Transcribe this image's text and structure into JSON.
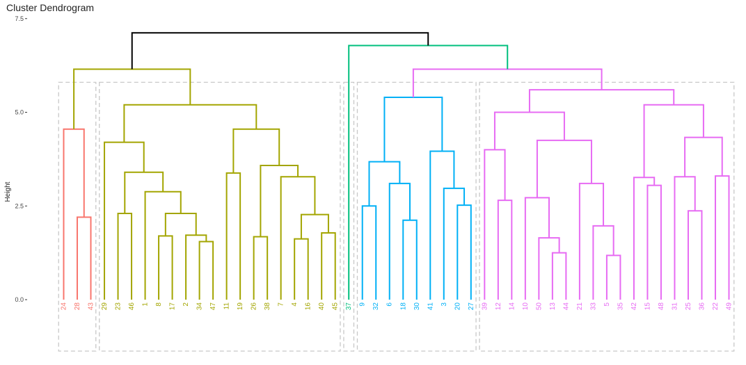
{
  "chart_data": {
    "type": "dendrogram",
    "title": "Cluster Dendrogram",
    "ylabel": "Height",
    "xlabel": "",
    "ylim": [
      0,
      7.5
    ],
    "yticks": [
      0.0,
      2.5,
      5.0,
      7.5
    ],
    "ytick_labels": [
      "0.0",
      "2.5",
      "5.0",
      "7.5"
    ],
    "grid": false,
    "leaf_order": [
      "24",
      "28",
      "43",
      "29",
      "23",
      "46",
      "1",
      "8",
      "17",
      "2",
      "34",
      "47",
      "11",
      "19",
      "26",
      "38",
      "7",
      "4",
      "16",
      "40",
      "45",
      "37",
      "9",
      "32",
      "6",
      "18",
      "30",
      "41",
      "3",
      "20",
      "27",
      "39",
      "12",
      "14",
      "10",
      "50",
      "13",
      "44",
      "21",
      "33",
      "5",
      "35",
      "42",
      "15",
      "48",
      "31",
      "25",
      "36",
      "22",
      "49"
    ],
    "clusters": [
      {
        "id": 1,
        "color": "#F8766D",
        "first_leaf": 0,
        "last_leaf": 2
      },
      {
        "id": 2,
        "color": "#A3A500",
        "first_leaf": 3,
        "last_leaf": 20
      },
      {
        "id": 3,
        "color": "#00BF7D",
        "first_leaf": 21,
        "last_leaf": 21
      },
      {
        "id": 4,
        "color": "#00B0F6",
        "first_leaf": 22,
        "last_leaf": 30
      },
      {
        "id": 5,
        "color": "#E76BF3",
        "first_leaf": 31,
        "last_leaf": 49
      }
    ],
    "merges": [
      {
        "id": "m1",
        "left": "L1",
        "right": "L2",
        "height": 2.2,
        "color": "#F8766D"
      },
      {
        "id": "m2",
        "left": "L0",
        "right": "m1",
        "height": 4.55,
        "color": "#F8766D"
      },
      {
        "id": "m3",
        "left": "L7",
        "right": "L8",
        "height": 1.7,
        "color": "#A3A500"
      },
      {
        "id": "m4",
        "left": "L10",
        "right": "L11",
        "height": 1.55,
        "color": "#A3A500"
      },
      {
        "id": "m5",
        "left": "L9",
        "right": "m4",
        "height": 1.72,
        "color": "#A3A500"
      },
      {
        "id": "m6",
        "left": "m3",
        "right": "m5",
        "height": 2.3,
        "color": "#A3A500"
      },
      {
        "id": "m7",
        "left": "L6",
        "right": "m6",
        "height": 2.88,
        "color": "#A3A500"
      },
      {
        "id": "m8",
        "left": "L4",
        "right": "L5",
        "height": 2.3,
        "color": "#A3A500"
      },
      {
        "id": "m9",
        "left": "m8",
        "right": "m7",
        "height": 3.4,
        "color": "#A3A500"
      },
      {
        "id": "m10",
        "left": "L3",
        "right": "m9",
        "height": 4.2,
        "color": "#A3A500"
      },
      {
        "id": "m11",
        "left": "L12",
        "right": "L13",
        "height": 3.38,
        "color": "#A3A500"
      },
      {
        "id": "m12",
        "left": "L14",
        "right": "L15",
        "height": 1.68,
        "color": "#A3A500"
      },
      {
        "id": "m13",
        "left": "L17",
        "right": "L18",
        "height": 1.62,
        "color": "#A3A500"
      },
      {
        "id": "m14",
        "left": "L19",
        "right": "L20",
        "height": 1.78,
        "color": "#A3A500"
      },
      {
        "id": "m15",
        "left": "m13",
        "right": "m14",
        "height": 2.27,
        "color": "#A3A500"
      },
      {
        "id": "m16",
        "left": "L16",
        "right": "m15",
        "height": 3.28,
        "color": "#A3A500"
      },
      {
        "id": "m17",
        "left": "m12",
        "right": "m16",
        "height": 3.58,
        "color": "#A3A500"
      },
      {
        "id": "m18",
        "left": "m11",
        "right": "m17",
        "height": 4.55,
        "color": "#A3A500"
      },
      {
        "id": "m19",
        "left": "m10",
        "right": "m18",
        "height": 5.2,
        "color": "#A3A500"
      },
      {
        "id": "m20",
        "left": "m2",
        "right": "m19",
        "height": 6.15,
        "color": "#A3A500"
      },
      {
        "id": "m21",
        "left": "L22",
        "right": "L23",
        "height": 2.5,
        "color": "#00B0F6"
      },
      {
        "id": "m22",
        "left": "L25",
        "right": "L26",
        "height": 2.12,
        "color": "#00B0F6"
      },
      {
        "id": "m23",
        "left": "L24",
        "right": "m22",
        "height": 3.1,
        "color": "#00B0F6"
      },
      {
        "id": "m24",
        "left": "m21",
        "right": "m23",
        "height": 3.68,
        "color": "#00B0F6"
      },
      {
        "id": "m25",
        "left": "L29",
        "right": "L30",
        "height": 2.52,
        "color": "#00B0F6"
      },
      {
        "id": "m26",
        "left": "L28",
        "right": "m25",
        "height": 2.97,
        "color": "#00B0F6"
      },
      {
        "id": "m27",
        "left": "L27",
        "right": "m26",
        "height": 3.96,
        "color": "#00B0F6"
      },
      {
        "id": "m28",
        "left": "m24",
        "right": "m27",
        "height": 5.4,
        "color": "#00B0F6"
      },
      {
        "id": "m29",
        "left": "L32",
        "right": "L33",
        "height": 2.65,
        "color": "#E76BF3"
      },
      {
        "id": "m30",
        "left": "L31",
        "right": "m29",
        "height": 4.0,
        "color": "#E76BF3"
      },
      {
        "id": "m31",
        "left": "L36",
        "right": "L37",
        "height": 1.25,
        "color": "#E76BF3"
      },
      {
        "id": "m32",
        "left": "L35",
        "right": "m31",
        "height": 1.65,
        "color": "#E76BF3"
      },
      {
        "id": "m33",
        "left": "L34",
        "right": "m32",
        "height": 2.72,
        "color": "#E76BF3"
      },
      {
        "id": "m34",
        "left": "L40",
        "right": "L41",
        "height": 1.18,
        "color": "#E76BF3"
      },
      {
        "id": "m35",
        "left": "L39",
        "right": "m34",
        "height": 1.97,
        "color": "#E76BF3"
      },
      {
        "id": "m36",
        "left": "L38",
        "right": "m35",
        "height": 3.1,
        "color": "#E76BF3"
      },
      {
        "id": "m37",
        "left": "m33",
        "right": "m36",
        "height": 4.25,
        "color": "#E76BF3"
      },
      {
        "id": "m38",
        "left": "m30",
        "right": "m37",
        "height": 5.0,
        "color": "#E76BF3"
      },
      {
        "id": "m39",
        "left": "L43",
        "right": "L44",
        "height": 3.05,
        "color": "#E76BF3"
      },
      {
        "id": "m40",
        "left": "L42",
        "right": "m39",
        "height": 3.26,
        "color": "#E76BF3"
      },
      {
        "id": "m41",
        "left": "L46",
        "right": "L47",
        "height": 2.37,
        "color": "#E76BF3"
      },
      {
        "id": "m42",
        "left": "L45",
        "right": "m41",
        "height": 3.28,
        "color": "#E76BF3"
      },
      {
        "id": "m43",
        "left": "L48",
        "right": "L49",
        "height": 3.3,
        "color": "#E76BF3"
      },
      {
        "id": "m44",
        "left": "m42",
        "right": "m43",
        "height": 4.33,
        "color": "#E76BF3"
      },
      {
        "id": "m45",
        "left": "m40",
        "right": "m44",
        "height": 5.2,
        "color": "#E76BF3"
      },
      {
        "id": "m46",
        "left": "m38",
        "right": "m45",
        "height": 5.6,
        "color": "#E76BF3"
      },
      {
        "id": "m47",
        "left": "m28",
        "right": "m46",
        "height": 6.15,
        "color": "#E76BF3"
      },
      {
        "id": "m48",
        "left": "L21",
        "right": "m47",
        "height": 6.78,
        "color": "#00BF7D"
      },
      {
        "id": "m49",
        "left": "m20",
        "right": "m48",
        "height": 7.12,
        "color": "#000000"
      }
    ]
  }
}
